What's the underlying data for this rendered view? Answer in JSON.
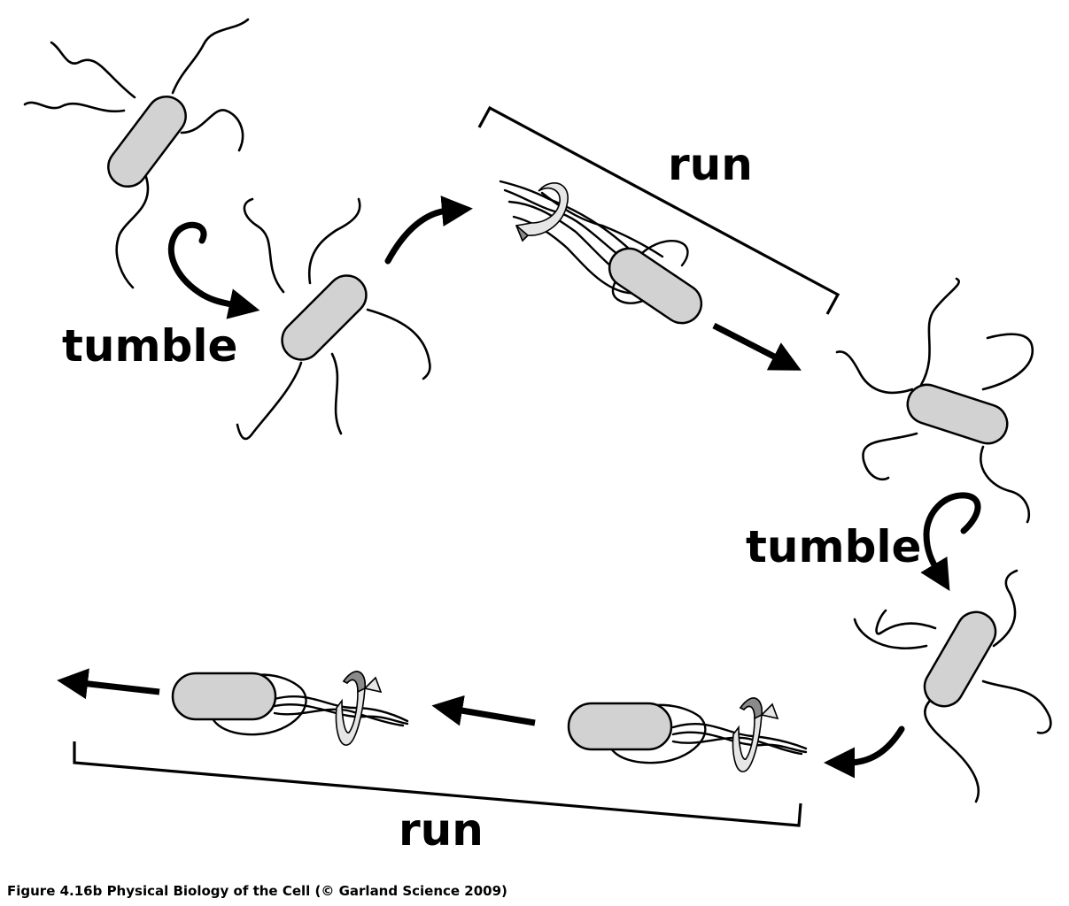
{
  "labels": {
    "run_top": "run",
    "run_bottom": "run",
    "tumble_left": "tumble",
    "tumble_right": "tumble"
  },
  "caption": {
    "text": "Figure 4.16b  Physical Biology of the Cell (© Garland Science 2009)"
  },
  "colors": {
    "cell_fill": "#d2d2d2",
    "ink": "#000000"
  }
}
